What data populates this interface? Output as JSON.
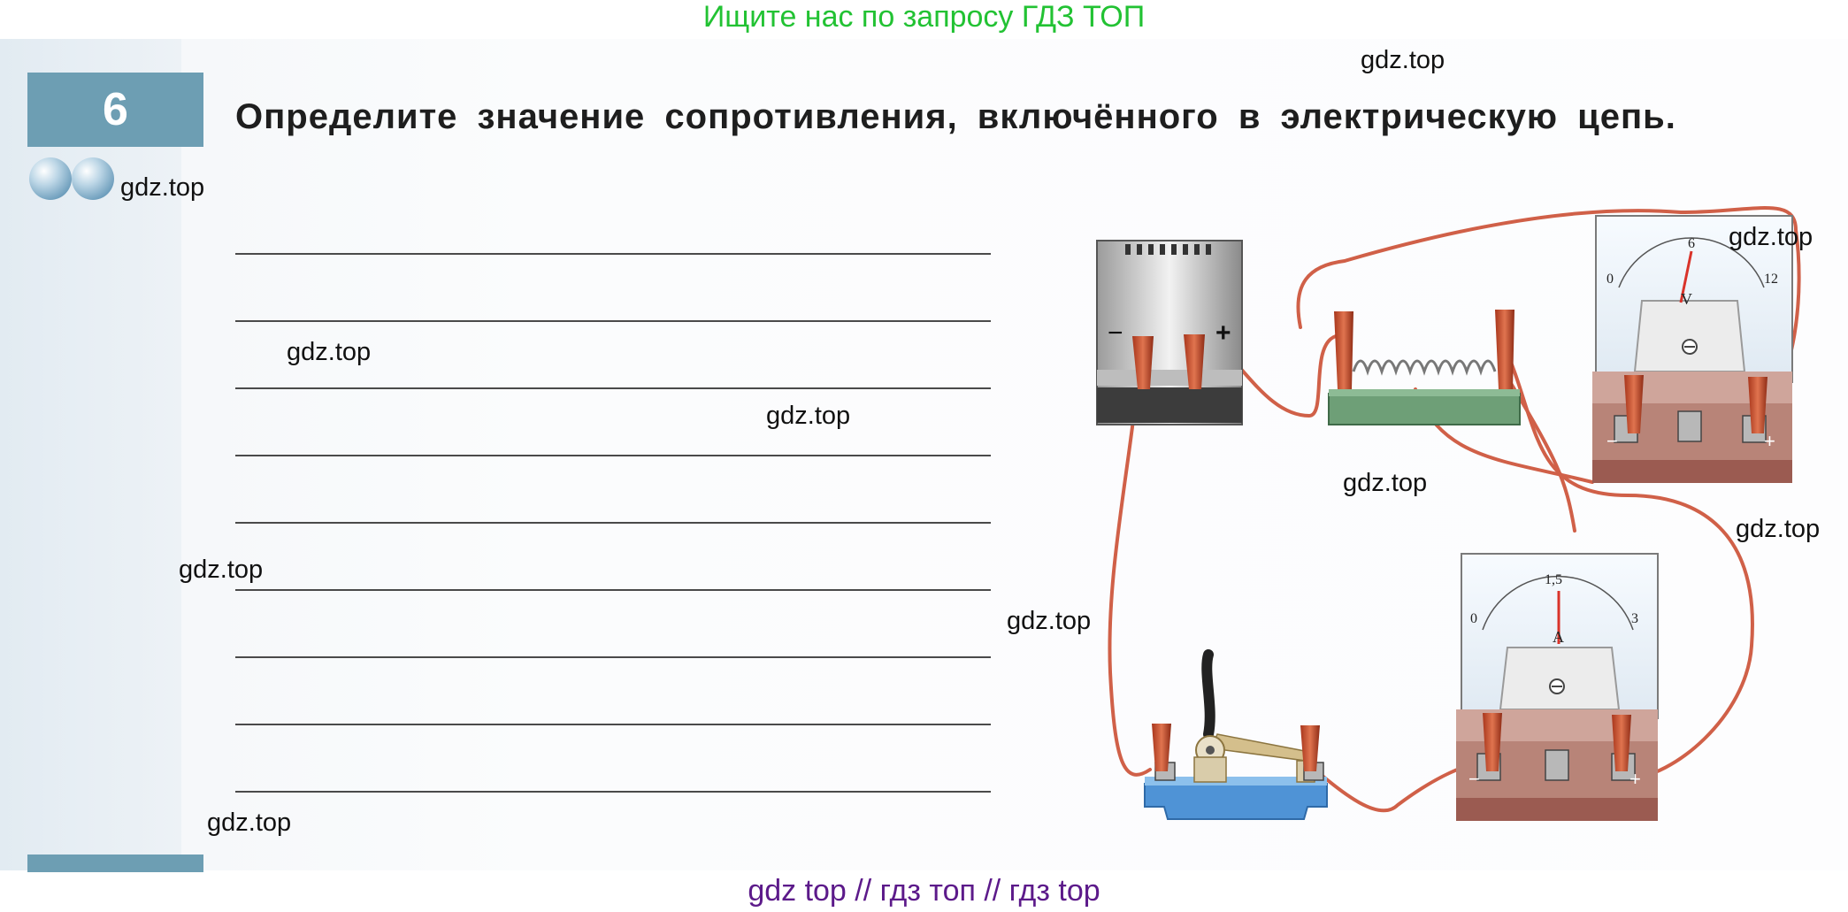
{
  "banner": {
    "text": "Ищите нас по запросу ГДЗ ТОП",
    "color": "#22c233"
  },
  "task": {
    "number": "6",
    "title": "Определите значение сопротивления, включённого в электрическую цепь.",
    "difficulty_dots": 2,
    "answer_line_count": 9
  },
  "circuit": {
    "source": {
      "minus_label": "−",
      "plus_label": "+"
    },
    "voltmeter": {
      "unit": "V",
      "scale_labels": [
        "0",
        "6",
        "12"
      ],
      "minus_label": "−",
      "plus_label": "+"
    },
    "ammeter": {
      "unit": "A",
      "scale_labels": [
        "0",
        "1,5",
        "3"
      ],
      "minus_label": "−",
      "plus_label": "+"
    }
  },
  "watermarks": [
    "gdz.top",
    "gdz.top",
    "gdz.top",
    "gdz.top",
    "gdz.top",
    "gdz.top",
    "gdz.top",
    "gdz.top",
    "gdz.top",
    "gdz.top"
  ],
  "footer": {
    "text": "gdz top  //  гдз топ  //  гдз top",
    "color": "#5c1a8a"
  },
  "colors": {
    "badge": "#6d9eb3",
    "wire": "#d06048",
    "resistor_base": "#6e9f77",
    "key_base": "#4f93d6",
    "meter_case": "#a8685c"
  }
}
